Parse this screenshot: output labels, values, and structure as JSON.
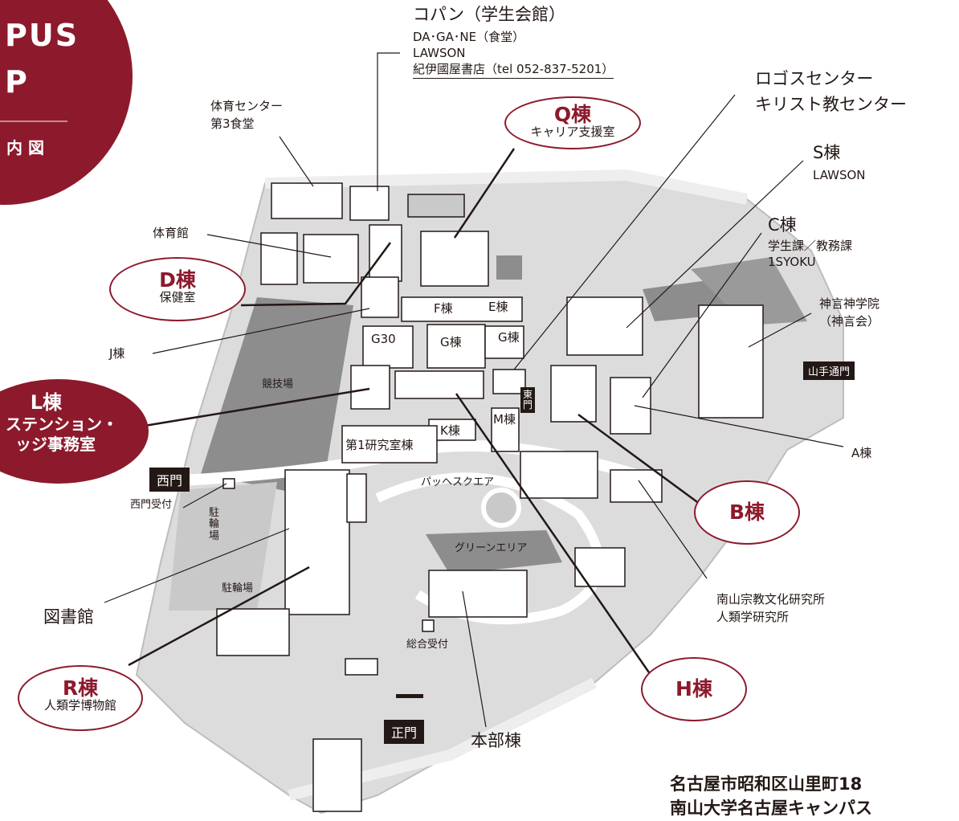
{
  "corner": {
    "line1": "PUS",
    "line2": "P",
    "line3": "内 図"
  },
  "copan": {
    "title": "コパン（学生会館）",
    "l1": "DA･GA･NE（食堂）",
    "l2": "LAWSON",
    "l3": "紀伊國屋書店（tel 052-837-5201）"
  },
  "logos": {
    "l1": "ロゴスセンター",
    "l2": "キリスト教センター"
  },
  "s_bldg": {
    "name": "S棟",
    "sub": "LAWSON"
  },
  "c_bldg": {
    "name": "C棟",
    "sub1": "学生課／教務課",
    "sub2": "1SYOKU"
  },
  "taiiku": {
    "l1": "体育センター",
    "l2": "第3食堂"
  },
  "gym": "体育館",
  "q_bldg": {
    "name": "Q棟",
    "sub": "キャリア支援室"
  },
  "d_bldg": {
    "name": "D棟",
    "sub": "保健室"
  },
  "l_bldg": {
    "name": "L棟",
    "sub1": "ステンション・",
    "sub2": "ッジ事務室"
  },
  "r_bldg": {
    "name": "R棟",
    "sub": "人類学博物館"
  },
  "b_bldg": {
    "name": "B棟"
  },
  "h_bldg": {
    "name": "H棟"
  },
  "j_bldg": "J棟",
  "stadium": "競技場",
  "f_bldg": "F棟",
  "e_bldg": "E棟",
  "g30": "G30",
  "g_bldg1": "G棟",
  "g_bldg2": "G棟",
  "k_bldg": "K棟",
  "m_bldg": "M棟",
  "lab1": "第1研究室棟",
  "east_gate": "東門",
  "west_gate": "西門",
  "west_reception": "西門受付",
  "parking1": "駐輪場",
  "parking2": "駐輪場",
  "pachesquare": "パッヘスクエア",
  "green": "グリーンエリア",
  "library": "図書館",
  "main_reception": "総合受付",
  "main_gate": "正門",
  "honbu": "本部棟",
  "seminary": {
    "l1": "神言神学院",
    "l2": "（神言会）"
  },
  "yamate_gate": "山手通門",
  "a_bldg": "A棟",
  "institutes": {
    "l1": "南山宗教文化研究所",
    "l2": "人類学研究所"
  },
  "address": {
    "l1": "名古屋市昭和区山里町18",
    "l2": "南山大学名古屋キャンパス"
  }
}
